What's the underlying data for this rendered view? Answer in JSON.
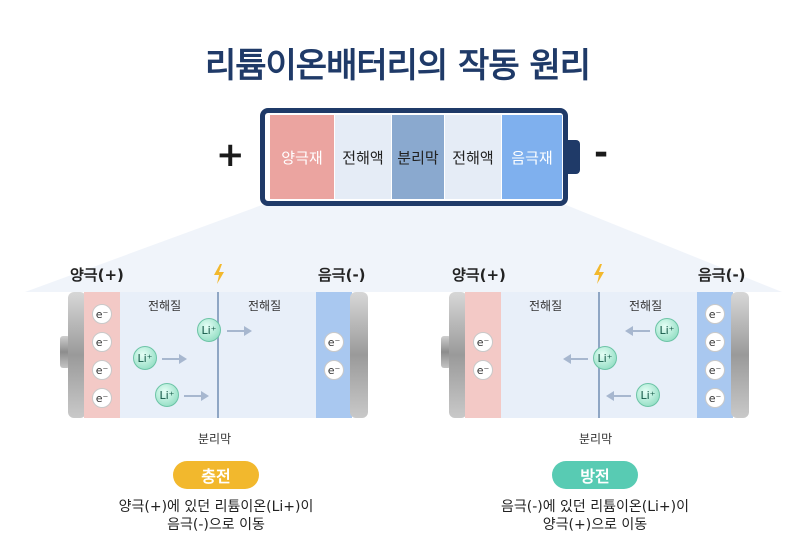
{
  "title": "리튬이온배터리의 작동 원리",
  "battery": {
    "plus_sign": "+",
    "minus_sign": "-",
    "segments": [
      "양극재",
      "전해액",
      "분리막",
      "전해액",
      "음극재"
    ]
  },
  "left_cell": {
    "anode_label": "양극(+)",
    "cathode_label": "음극(-)",
    "electrolyte_left": "전해질",
    "electrolyte_right": "전해질",
    "separator_label": "분리막",
    "electron": "e⁻",
    "ion": "Li⁺",
    "mode": "충전",
    "description_line1": "양극(+)에 있던 리튬이온(Li+)이",
    "description_line2": "음극(-)으로 이동"
  },
  "right_cell": {
    "anode_label": "양극(+)",
    "cathode_label": "음극(-)",
    "electrolyte_left": "전해질",
    "electrolyte_right": "전해질",
    "separator_label": "분리막",
    "electron": "e⁻",
    "ion": "Li⁺",
    "mode": "방전",
    "description_line1": "음극(-)에 있던 리튬이온(Li+)이",
    "description_line2": "양극(+)으로 이동"
  },
  "colors": {
    "title": "#1f3a68",
    "charge_pill": "#f2b82d",
    "discharge_pill": "#58cbb3",
    "cathode_material": "#f3c9c6",
    "anode_material": "#a9c8f0"
  }
}
